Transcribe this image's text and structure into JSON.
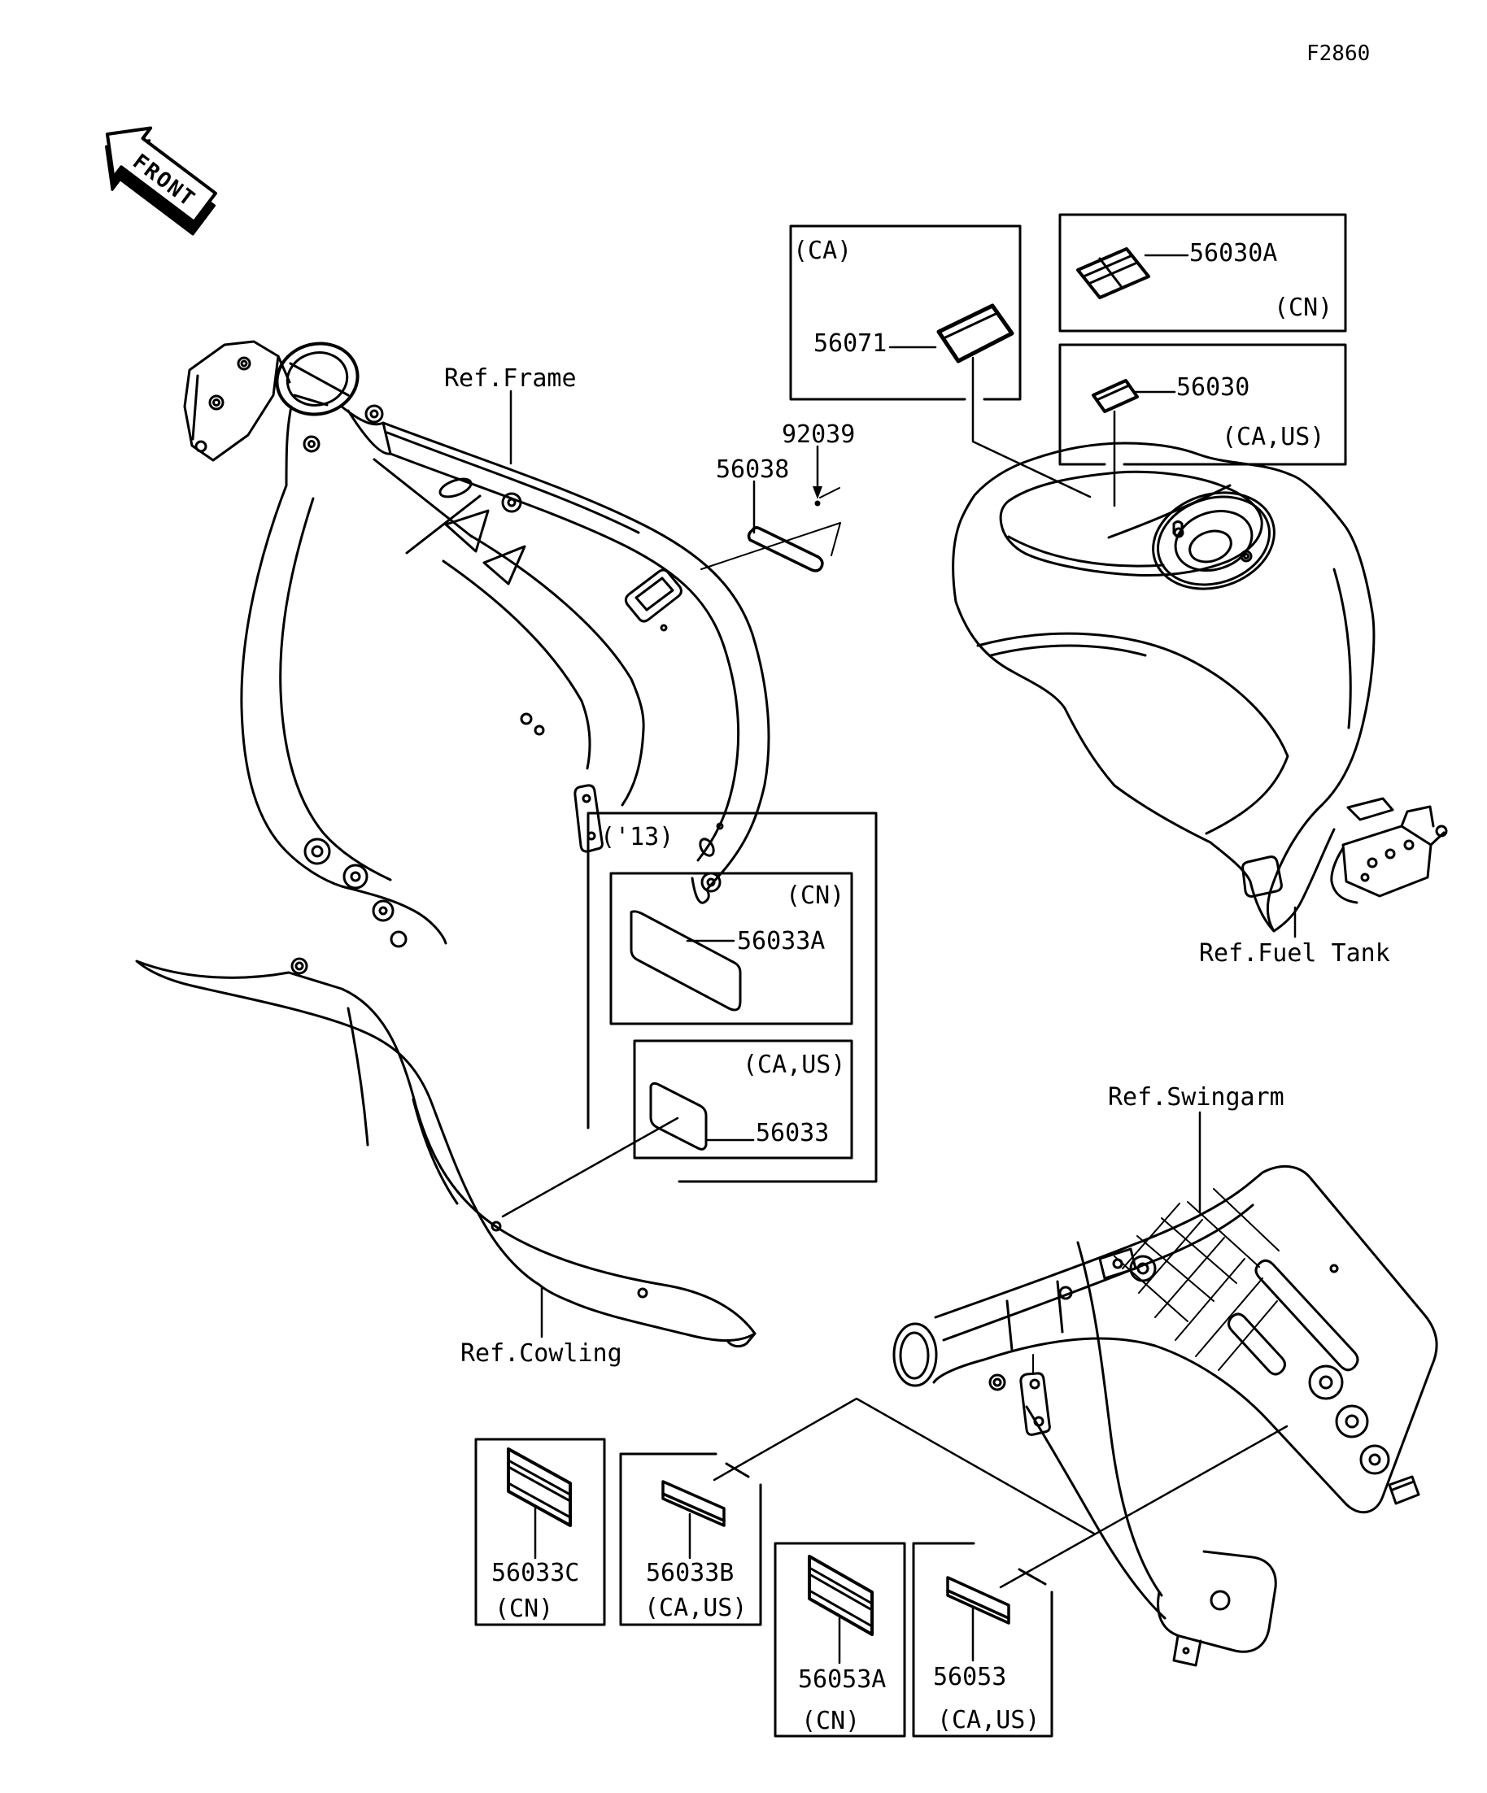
{
  "page": {
    "diagram_code": "F2860",
    "background": "#ffffff",
    "line_color": "#000000"
  },
  "front_arrow": {
    "label": "FRONT"
  },
  "references": {
    "frame": "Ref.Frame",
    "fuel_tank": "Ref.Fuel Tank",
    "cowling": "Ref.Cowling",
    "swingarm": "Ref.Swingarm"
  },
  "loose_callouts": {
    "rivet": "92039",
    "frame_label": "56038"
  },
  "boxes": {
    "ca": {
      "tag": "(CA)",
      "part": "56071"
    },
    "cn_top": {
      "part": "56030A",
      "tag": "(CN)"
    },
    "caus_top": {
      "part": "56030",
      "tag": "(CA,US)"
    },
    "year13": {
      "tag": "('13)",
      "cn": {
        "tag": "(CN)",
        "part": "56033A"
      },
      "caus": {
        "tag": "(CA,US)",
        "part": "56033"
      }
    },
    "cowling_cn": {
      "part": "56033C",
      "tag": "(CN)"
    },
    "cowling_caus": {
      "part": "56033B",
      "tag": "(CA,US)"
    },
    "swingarm_cn": {
      "part": "56053A",
      "tag": "(CN)"
    },
    "swingarm_caus": {
      "part": "56053",
      "tag": "(CA,US)"
    }
  }
}
